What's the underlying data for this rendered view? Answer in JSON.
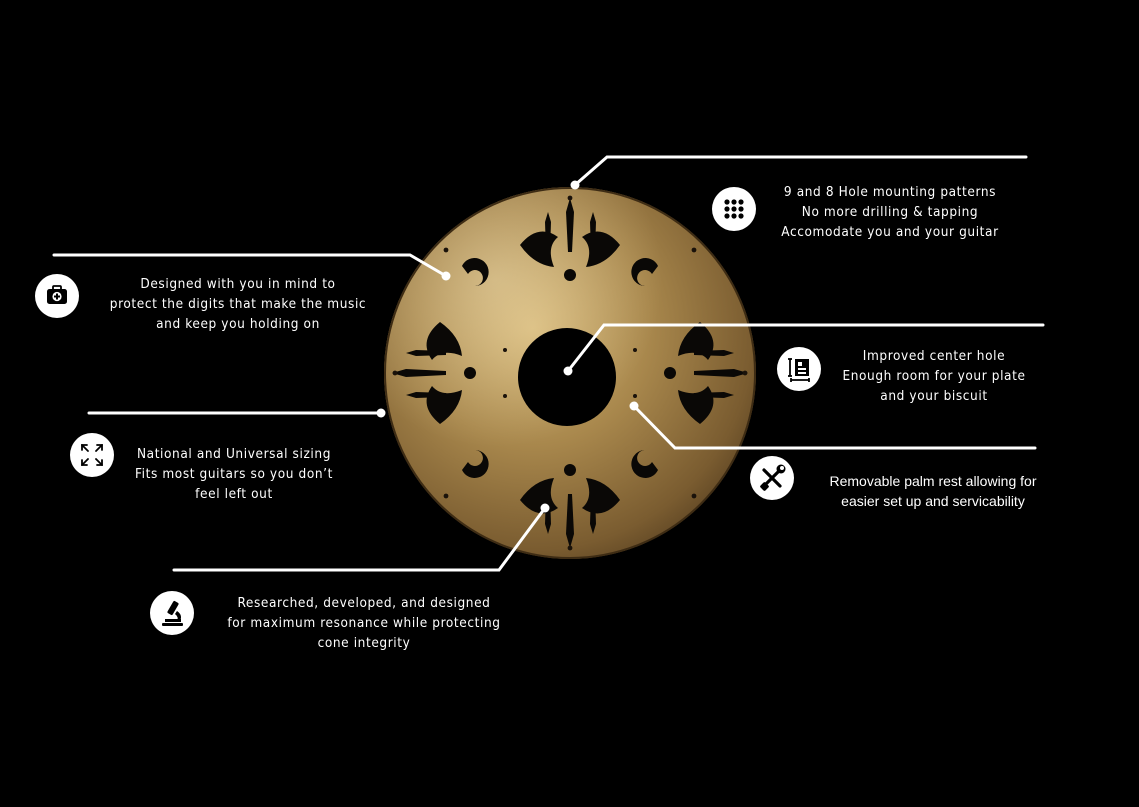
{
  "callouts": {
    "mounting": {
      "icon": "hole-pattern-icon",
      "lines": [
        "9 and 8 Hole mounting patterns",
        "No more drilling & tapping",
        "Accomodate you and your guitar"
      ]
    },
    "design": {
      "icon": "first-aid-kit-icon",
      "lines": [
        "Designed with you in mind to",
        "protect the digits that make the music",
        "and keep you holding on"
      ]
    },
    "center_hole": {
      "icon": "measure-layout-icon",
      "lines": [
        "Improved center hole",
        "Enough room for your plate",
        "and your biscuit"
      ]
    },
    "sizing": {
      "icon": "expand-arrows-icon",
      "lines": [
        "National and Universal sizing",
        "Fits most guitars so you don’t",
        "feel left out"
      ]
    },
    "palm_rest": {
      "icon": "tools-icon",
      "lines": [
        "Removable palm rest allowing for",
        "easier set up and servicability"
      ]
    },
    "research": {
      "icon": "microscope-icon",
      "lines": [
        "Researched, developed, and designed",
        "for maximum resonance while protecting",
        "cone integrity"
      ]
    }
  },
  "colors": {
    "background": "#000000",
    "plate_light": "#c9a866",
    "plate_mid": "#9c7a43",
    "plate_dark": "#5e4524",
    "line": "#ffffff",
    "cutout": "#0a0806"
  }
}
